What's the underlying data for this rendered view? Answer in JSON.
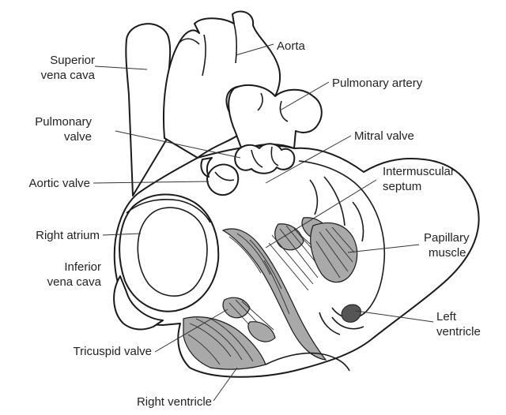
{
  "diagram": {
    "labels": {
      "superior_vena_cava_1": "Superior",
      "superior_vena_cava_2": "vena cava",
      "aorta": "Aorta",
      "pulmonary_artery": "Pulmonary artery",
      "pulmonary_valve_1": "Pulmonary",
      "pulmonary_valve_2": "valve",
      "mitral_valve": "Mitral valve",
      "intermuscular_septum_1": "Intermuscular",
      "intermuscular_septum_2": "septum",
      "aortic_valve": "Aortic valve",
      "right_atrium": "Right atrium",
      "papillary_muscle_1": "Papillary",
      "papillary_muscle_2": "muscle",
      "inferior_vena_cava_1": "Inferior",
      "inferior_vena_cava_2": "vena cava",
      "left_ventricle_1": "Left",
      "left_ventricle_2": "ventricle",
      "tricuspid_valve": "Tricuspid valve",
      "right_ventricle": "Right ventricle"
    },
    "colors": {
      "line": "#1a1a1a",
      "muscle_shading": "#a9a9a9",
      "background": "#ffffff"
    }
  }
}
